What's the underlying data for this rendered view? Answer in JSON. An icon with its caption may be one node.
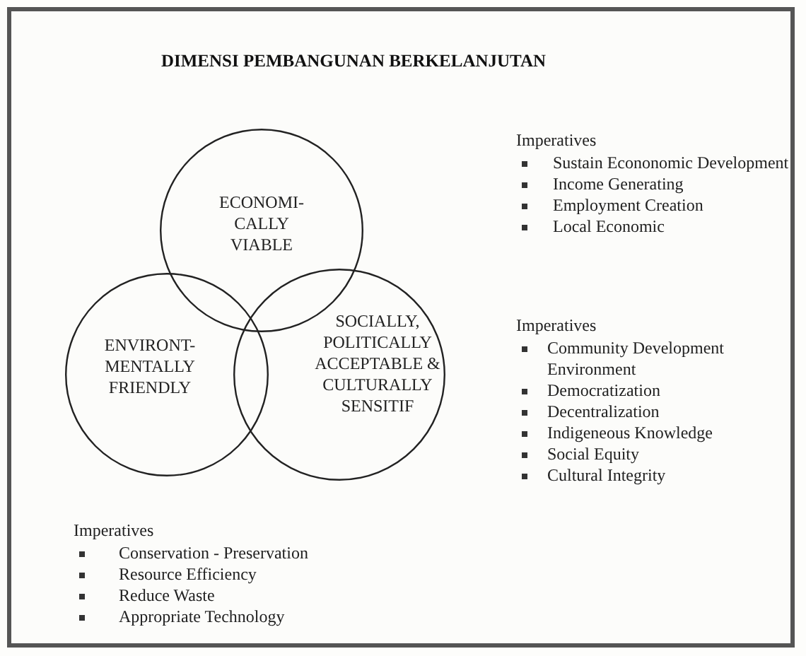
{
  "diagram": {
    "title": "DIMENSI PEMBANGUNAN BERKELANJUTAN",
    "nodes": [
      {
        "text": [
          "ECONOMI- CALLY VIABLE"
        ]
      },
      {
        "text": [
          "ENVIRONT- MENTALLY FRIENDLY"
        ]
      },
      {
        "text": [
          "SOCIALLY, POLITICALLY ACCEPTABLE & CULTURALLY SENSITIF"
        ]
      }
    ],
    "labels": [
      "Imperatives",
      "Sustain Econonomic Development",
      "Income Generating",
      "Employment Creation",
      "Local Economic",
      "Imperatives",
      "Community Development Environment",
      "Democratization",
      "Decentralization",
      "Indigeneous Knowledge",
      "Social Equity",
      "Cultural Integrity",
      "Imperatives",
      "Conservation - Preservation",
      "Resource Efficiency",
      "Reduce Waste",
      "Appropriate Technology"
    ]
  }
}
